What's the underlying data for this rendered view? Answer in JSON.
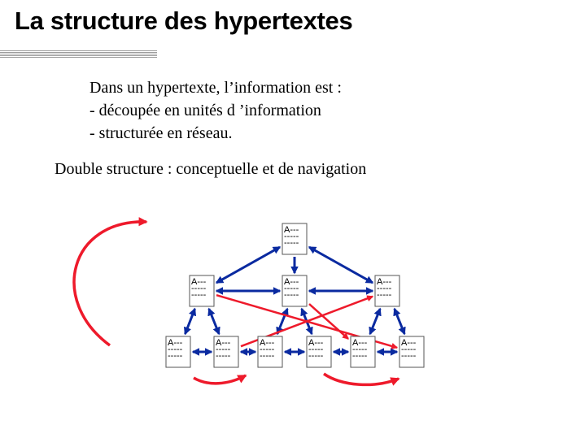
{
  "title": "La structure des hypertextes",
  "intro": {
    "line1": "Dans un hypertexte, l’information est :",
    "line2": "- découpée en unités d ’information",
    "line3": "- structurée en réseau."
  },
  "subtitle": "Double structure : conceptuelle et de navigation",
  "node": {
    "line1": "A---",
    "line2": "-----",
    "line3": "-----"
  },
  "colors": {
    "blue": "#0a2aa0",
    "red": "#ee1a2b",
    "node_border": "#555555",
    "rule": "#9a9a9a"
  },
  "diagram": {
    "levels": [
      1,
      3,
      6
    ],
    "links": [
      {
        "from": "n0",
        "to": "n1",
        "color": "blue",
        "ends": "both"
      },
      {
        "from": "n0",
        "to": "n2",
        "color": "blue",
        "ends": "end"
      },
      {
        "from": "n0",
        "to": "n3",
        "color": "blue",
        "ends": "both"
      },
      {
        "from": "n1",
        "to": "n2",
        "color": "blue",
        "ends": "both"
      },
      {
        "from": "n2",
        "to": "n3",
        "color": "blue",
        "ends": "both"
      },
      {
        "from": "n1",
        "to": "n4",
        "color": "blue",
        "ends": "both"
      },
      {
        "from": "n1",
        "to": "n5",
        "color": "blue",
        "ends": "both"
      },
      {
        "from": "n2",
        "to": "n6",
        "color": "blue",
        "ends": "both"
      },
      {
        "from": "n2",
        "to": "n7",
        "color": "blue",
        "ends": "both"
      },
      {
        "from": "n3",
        "to": "n8",
        "color": "blue",
        "ends": "both"
      },
      {
        "from": "n3",
        "to": "n9",
        "color": "blue",
        "ends": "both"
      },
      {
        "from": "n4",
        "to": "n5",
        "color": "blue",
        "ends": "both"
      },
      {
        "from": "n5",
        "to": "n6",
        "color": "blue",
        "ends": "both"
      },
      {
        "from": "n6",
        "to": "n7",
        "color": "blue",
        "ends": "both"
      },
      {
        "from": "n7",
        "to": "n8",
        "color": "blue",
        "ends": "both"
      },
      {
        "from": "n8",
        "to": "n9",
        "color": "blue",
        "ends": "both"
      },
      {
        "from": "n1",
        "to": "n9",
        "color": "red",
        "ends": "end"
      },
      {
        "from": "n5",
        "to": "n3",
        "color": "red",
        "ends": "end"
      },
      {
        "from": "n2",
        "to": "n8",
        "color": "red",
        "ends": "end"
      }
    ],
    "curved_links": [
      "outer-left",
      "bottom-left",
      "bottom-right"
    ]
  }
}
